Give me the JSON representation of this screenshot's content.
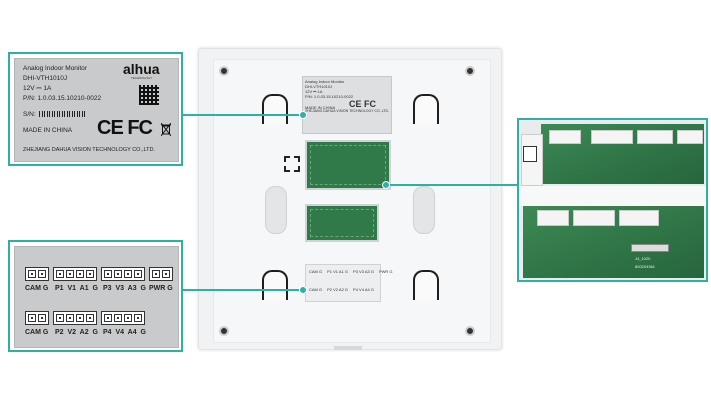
{
  "label": {
    "product": "Analog Indoor Monitor",
    "model": "DHI-VTH1010J",
    "power": "12V ⎓ 1A",
    "pn": "P/N: 1.0.03.15.10210-0022",
    "sn_label": "S/N:",
    "made_in": "MADE IN CHINA",
    "company": "ZHEJIANG DAHUA VISION TECHNOLOGY CO.,LTD.",
    "logo": "alhua",
    "logo_sub": "TECHNOLOGY",
    "ce_mark": "CE FC",
    "bin_icon": "weee-bin-icon"
  },
  "terminals": {
    "row1": [
      "CAM G",
      "P1  V1  A1  G",
      "P3  V3  A3  G",
      "PWR G"
    ],
    "row2": [
      "CAM G",
      "P2  V2  A2  G",
      "P4  V4  A4  G"
    ]
  },
  "device_terminals": {
    "row1": [
      "CAM G",
      "P1 V1 A1 G",
      "P3 V3 A3 G",
      "PWR G"
    ],
    "row2": [
      "CAM G",
      "P2 V2 A2 G",
      "P4 V4 A4 G"
    ]
  },
  "pcb_detail": {
    "silk1": "J4_1020",
    "silk2": "800204361"
  },
  "colors": {
    "callout": "#2fb0a5",
    "pcb": "#2f7a48",
    "label": "#c9cacc"
  }
}
